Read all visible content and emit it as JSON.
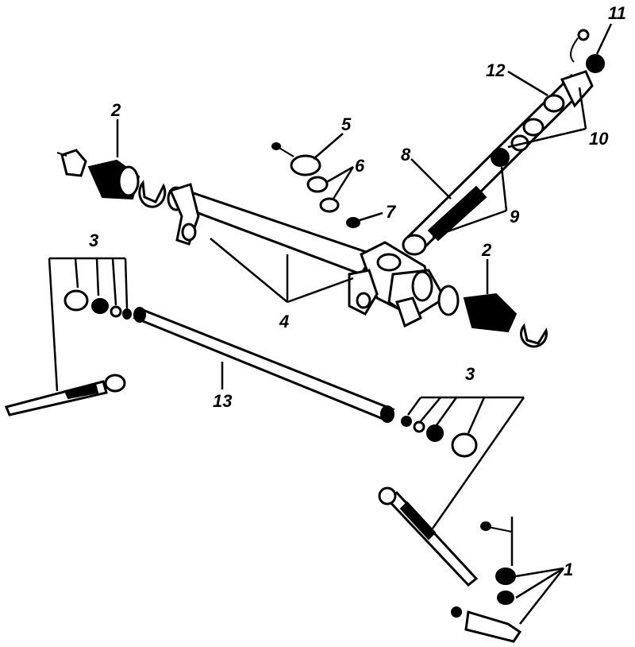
{
  "diagram": {
    "callouts": [
      {
        "id": "c1",
        "text": "1"
      },
      {
        "id": "c2a",
        "text": "2"
      },
      {
        "id": "c2b",
        "text": "2"
      },
      {
        "id": "c3a",
        "text": "3"
      },
      {
        "id": "c3b",
        "text": "3"
      },
      {
        "id": "c4",
        "text": "4"
      },
      {
        "id": "c5",
        "text": "5"
      },
      {
        "id": "c6",
        "text": "6"
      },
      {
        "id": "c7",
        "text": "7"
      },
      {
        "id": "c8",
        "text": "8"
      },
      {
        "id": "c9",
        "text": "9"
      },
      {
        "id": "c10",
        "text": "10"
      },
      {
        "id": "c11",
        "text": "11"
      },
      {
        "id": "c12",
        "text": "12"
      },
      {
        "id": "c13",
        "text": "13"
      }
    ]
  }
}
